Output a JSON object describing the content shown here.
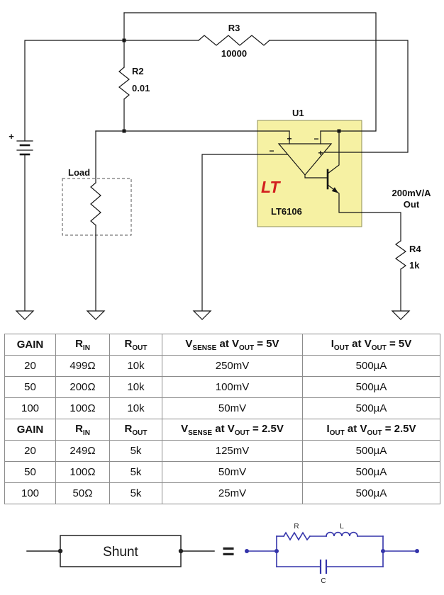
{
  "schematic": {
    "battery_plus": "+",
    "r2_name": "R2",
    "r2_value": "0.01",
    "r3_name": "R3",
    "r3_value": "10000",
    "r4_name": "R4",
    "r4_value": "1k",
    "load_label": "Load",
    "u1_ref": "U1",
    "u1_logo": "LT",
    "u1_part": "LT6106",
    "amp_plus_top": "+",
    "amp_minus_top": "−",
    "amp_minus_left": "−",
    "amp_plus_right": "+",
    "out_line1": "200mV/A",
    "out_line2": "Out"
  },
  "table": {
    "sections": [
      {
        "header": [
          [
            {
              "t": "GAIN"
            }
          ],
          [
            {
              "t": "R"
            },
            {
              "s": "IN"
            }
          ],
          [
            {
              "t": "R"
            },
            {
              "s": "OUT"
            }
          ],
          [
            {
              "t": "V"
            },
            {
              "s": "SENSE"
            },
            {
              "t": " at V"
            },
            {
              "s": "OUT"
            },
            {
              "t": " = 5V"
            }
          ],
          [
            {
              "t": "I"
            },
            {
              "s": "OUT"
            },
            {
              "t": " at V"
            },
            {
              "s": "OUT"
            },
            {
              "t": " = 5V"
            }
          ]
        ],
        "rows": [
          [
            "20",
            "499Ω",
            "10k",
            "250mV",
            "500µA"
          ],
          [
            "50",
            "200Ω",
            "10k",
            "100mV",
            "500µA"
          ],
          [
            "100",
            "100Ω",
            "10k",
            "50mV",
            "500µA"
          ]
        ]
      },
      {
        "header": [
          [
            {
              "t": "GAIN"
            }
          ],
          [
            {
              "t": "R"
            },
            {
              "s": "IN"
            }
          ],
          [
            {
              "t": "R"
            },
            {
              "s": "OUT"
            }
          ],
          [
            {
              "t": "V"
            },
            {
              "s": "SENSE"
            },
            {
              "t": " at V"
            },
            {
              "s": "OUT"
            },
            {
              "t": " = 2.5V"
            }
          ],
          [
            {
              "t": "I"
            },
            {
              "s": "OUT"
            },
            {
              "t": " at V"
            },
            {
              "s": "OUT"
            },
            {
              "t": " = 2.5V"
            }
          ]
        ],
        "rows": [
          [
            "20",
            "249Ω",
            "5k",
            "125mV",
            "500µA"
          ],
          [
            "50",
            "100Ω",
            "5k",
            "50mV",
            "500µA"
          ],
          [
            "100",
            "50Ω",
            "5k",
            "25mV",
            "500µA"
          ]
        ]
      }
    ]
  },
  "equivalence": {
    "shunt_label": "Shunt",
    "equals": "=",
    "r_label": "R",
    "l_label": "L",
    "c_label": "C"
  },
  "colors": {
    "symbol-yellow": "#F6F1A3",
    "symbol-border": "#8F8F5A",
    "logo-red": "#D21E1E",
    "wire-black": "#151515",
    "equiv-blue": "#3333AA",
    "table-border": "#8C8C8C"
  }
}
